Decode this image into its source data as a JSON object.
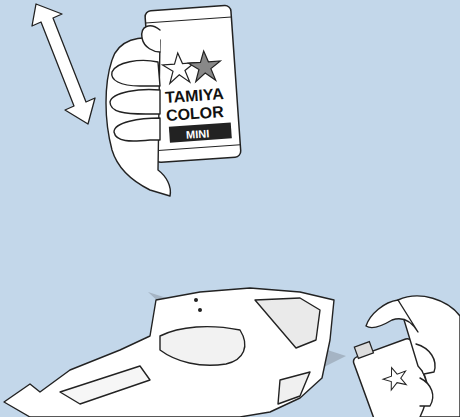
{
  "diagram": {
    "labels": [
      "TAMIYA",
      "COLOR",
      "MINI"
    ]
  }
}
